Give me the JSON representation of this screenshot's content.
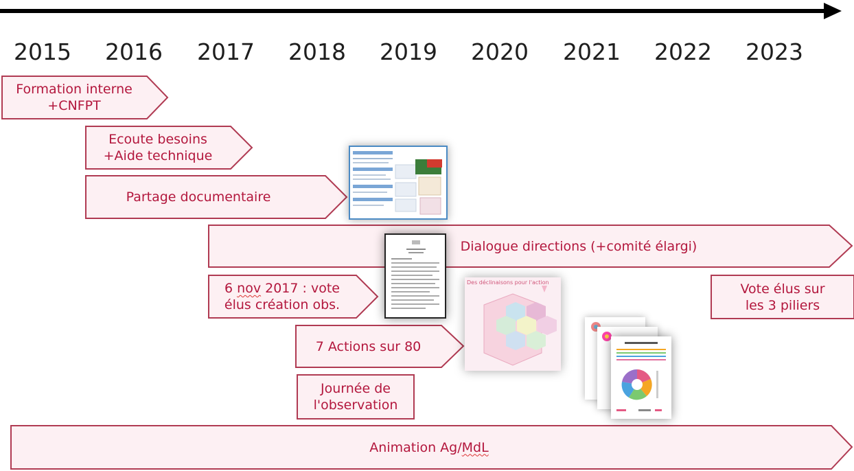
{
  "timeline": {
    "years": [
      "2015",
      "2016",
      "2017",
      "2018",
      "2019",
      "2020",
      "2021",
      "2022",
      "2023"
    ]
  },
  "bars": {
    "formation": {
      "line1": "Formation interne",
      "line2": "+CNFPT"
    },
    "ecoute": {
      "line1": "Ecoute besoins",
      "line2": "+Aide technique"
    },
    "partage": {
      "label": "Partage documentaire"
    },
    "dialogue": {
      "label": "Dialogue directions (+comité élargi)"
    },
    "vote2017": {
      "line1_pre": "6 ",
      "line1_u": "nov",
      "line1_post": " 2017 : vote",
      "line2": "élus création obs."
    },
    "actions": {
      "label": "7 Actions sur 80"
    },
    "animation": {
      "label_pre": "Animation Ag/",
      "label_u": "MdL"
    }
  },
  "boxes": {
    "vote_elus": {
      "line1": "Vote élus sur",
      "line2": "les 3 piliers"
    },
    "journee": {
      "line1": "Journée de",
      "line2": "l'observation"
    }
  },
  "thumbnails": {
    "declinaisons_title": "Des déclinaisons pour l'action"
  },
  "colors": {
    "stroke": "#b03a52",
    "fill": "#fdf0f3",
    "text": "#b3173d",
    "arrow": "#000000"
  }
}
